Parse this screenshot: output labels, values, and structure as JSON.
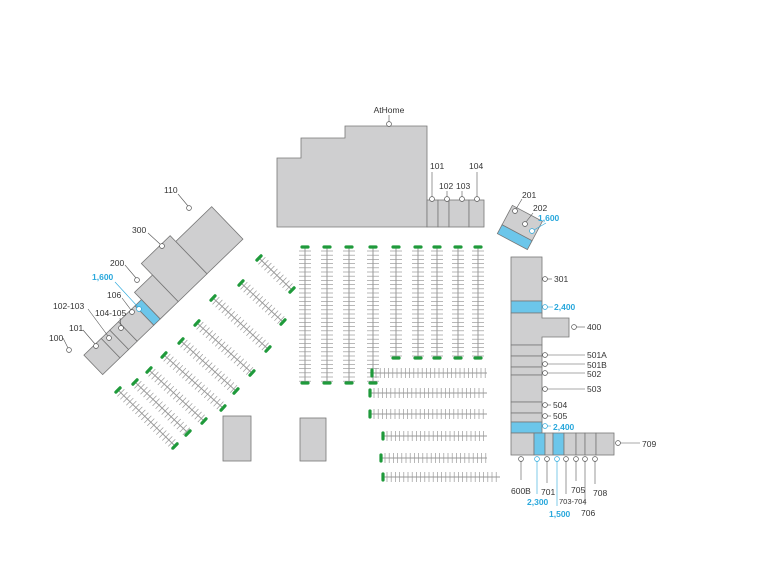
{
  "anchor": {
    "label": "AtHome"
  },
  "labels": {
    "u100": "100",
    "u101w": "101",
    "u102_103": "102-103",
    "u104_105": "104-105",
    "u106": "106",
    "u110": "110",
    "u200": "200",
    "u300": "300",
    "u101n": "101",
    "u102": "102",
    "u103": "103",
    "u104": "104",
    "u201": "201",
    "u202": "202",
    "u301": "301",
    "u400": "400",
    "u501a": "501A",
    "u501b": "501B",
    "u502": "502",
    "u503": "503",
    "u504": "504",
    "u505": "505",
    "u709": "709",
    "u600b": "600B",
    "u701": "701",
    "u703_704": "703-704",
    "u705": "705",
    "u706": "706",
    "u708": "708"
  },
  "available": {
    "a1600w": "1,600",
    "a1600ne": "1,600",
    "a2400a": "2,400",
    "a2400b": "2,400",
    "a2300": "2,300",
    "a1500": "1,500"
  },
  "colors": {
    "building": "#cfcfd0",
    "available_space": "#6cc6ea",
    "available_label": "#2aa8dc",
    "parking_island": "#1f9a3b"
  }
}
